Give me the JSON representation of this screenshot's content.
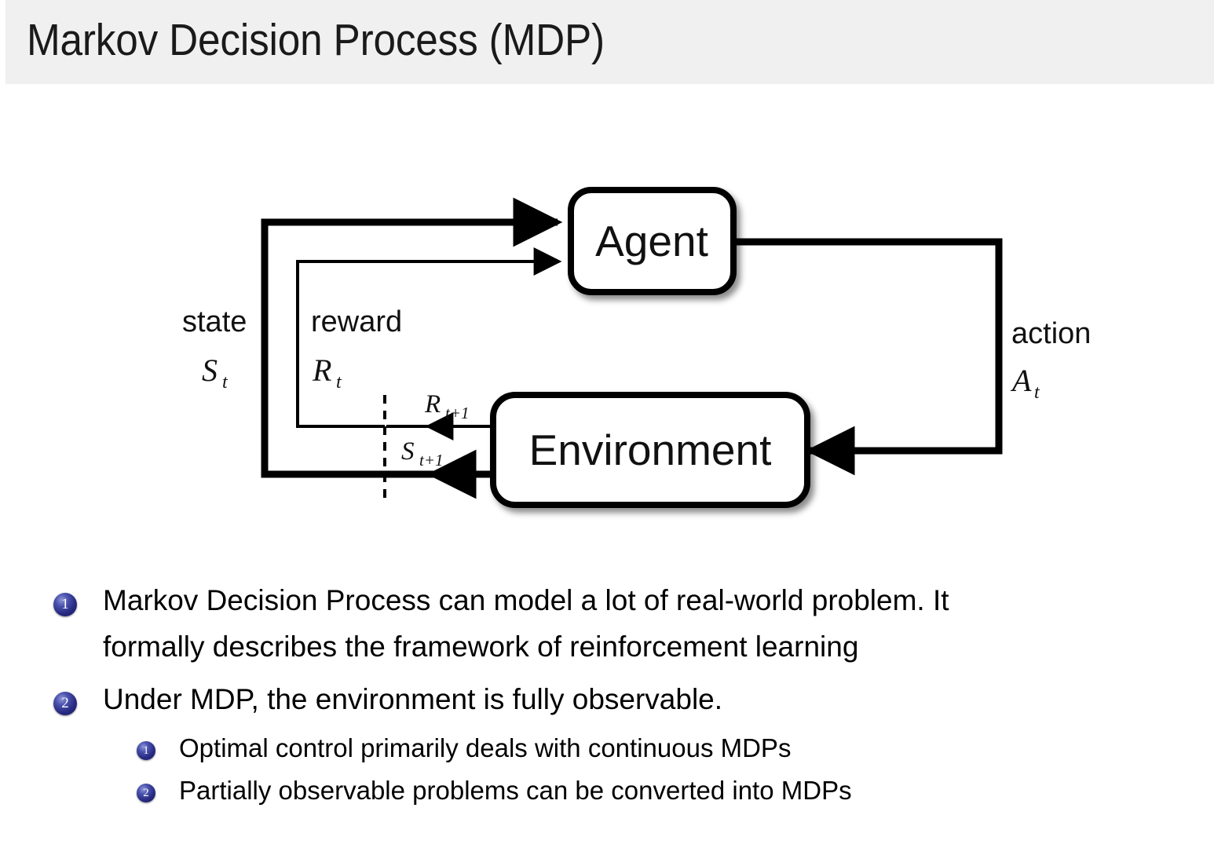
{
  "slide": {
    "title": "Markov Decision Process (MDP)",
    "header_bg": "#f0f0f0",
    "page_bg": "#ffffff",
    "bullet_color": "#272a80"
  },
  "diagram": {
    "name": "agent-environment-interaction-loop",
    "boxes": {
      "agent": "Agent",
      "environment": "Environment"
    },
    "labels": {
      "state_word": "state",
      "state_symbol": "S",
      "state_subscript": "t",
      "reward_word": "reward",
      "reward_symbol": "R",
      "reward_subscript": "t",
      "action_word": "action",
      "action_symbol": "A",
      "action_subscript": "t",
      "next_reward_symbol": "R",
      "next_reward_subscript": "t+1",
      "next_state_symbol": "S",
      "next_state_subscript": "t+1"
    }
  },
  "bullets": {
    "items": [
      {
        "number": "1",
        "line1": "Markov Decision Process can model a lot of real-world problem. It",
        "line2": "formally describes the framework of reinforcement learning"
      },
      {
        "number": "2",
        "line1": "Under MDP, the environment is fully observable."
      }
    ],
    "subitems": [
      {
        "number": "1",
        "text": "Optimal control primarily deals with continuous MDPs"
      },
      {
        "number": "2",
        "text": "Partially observable problems can be converted into MDPs"
      }
    ]
  }
}
